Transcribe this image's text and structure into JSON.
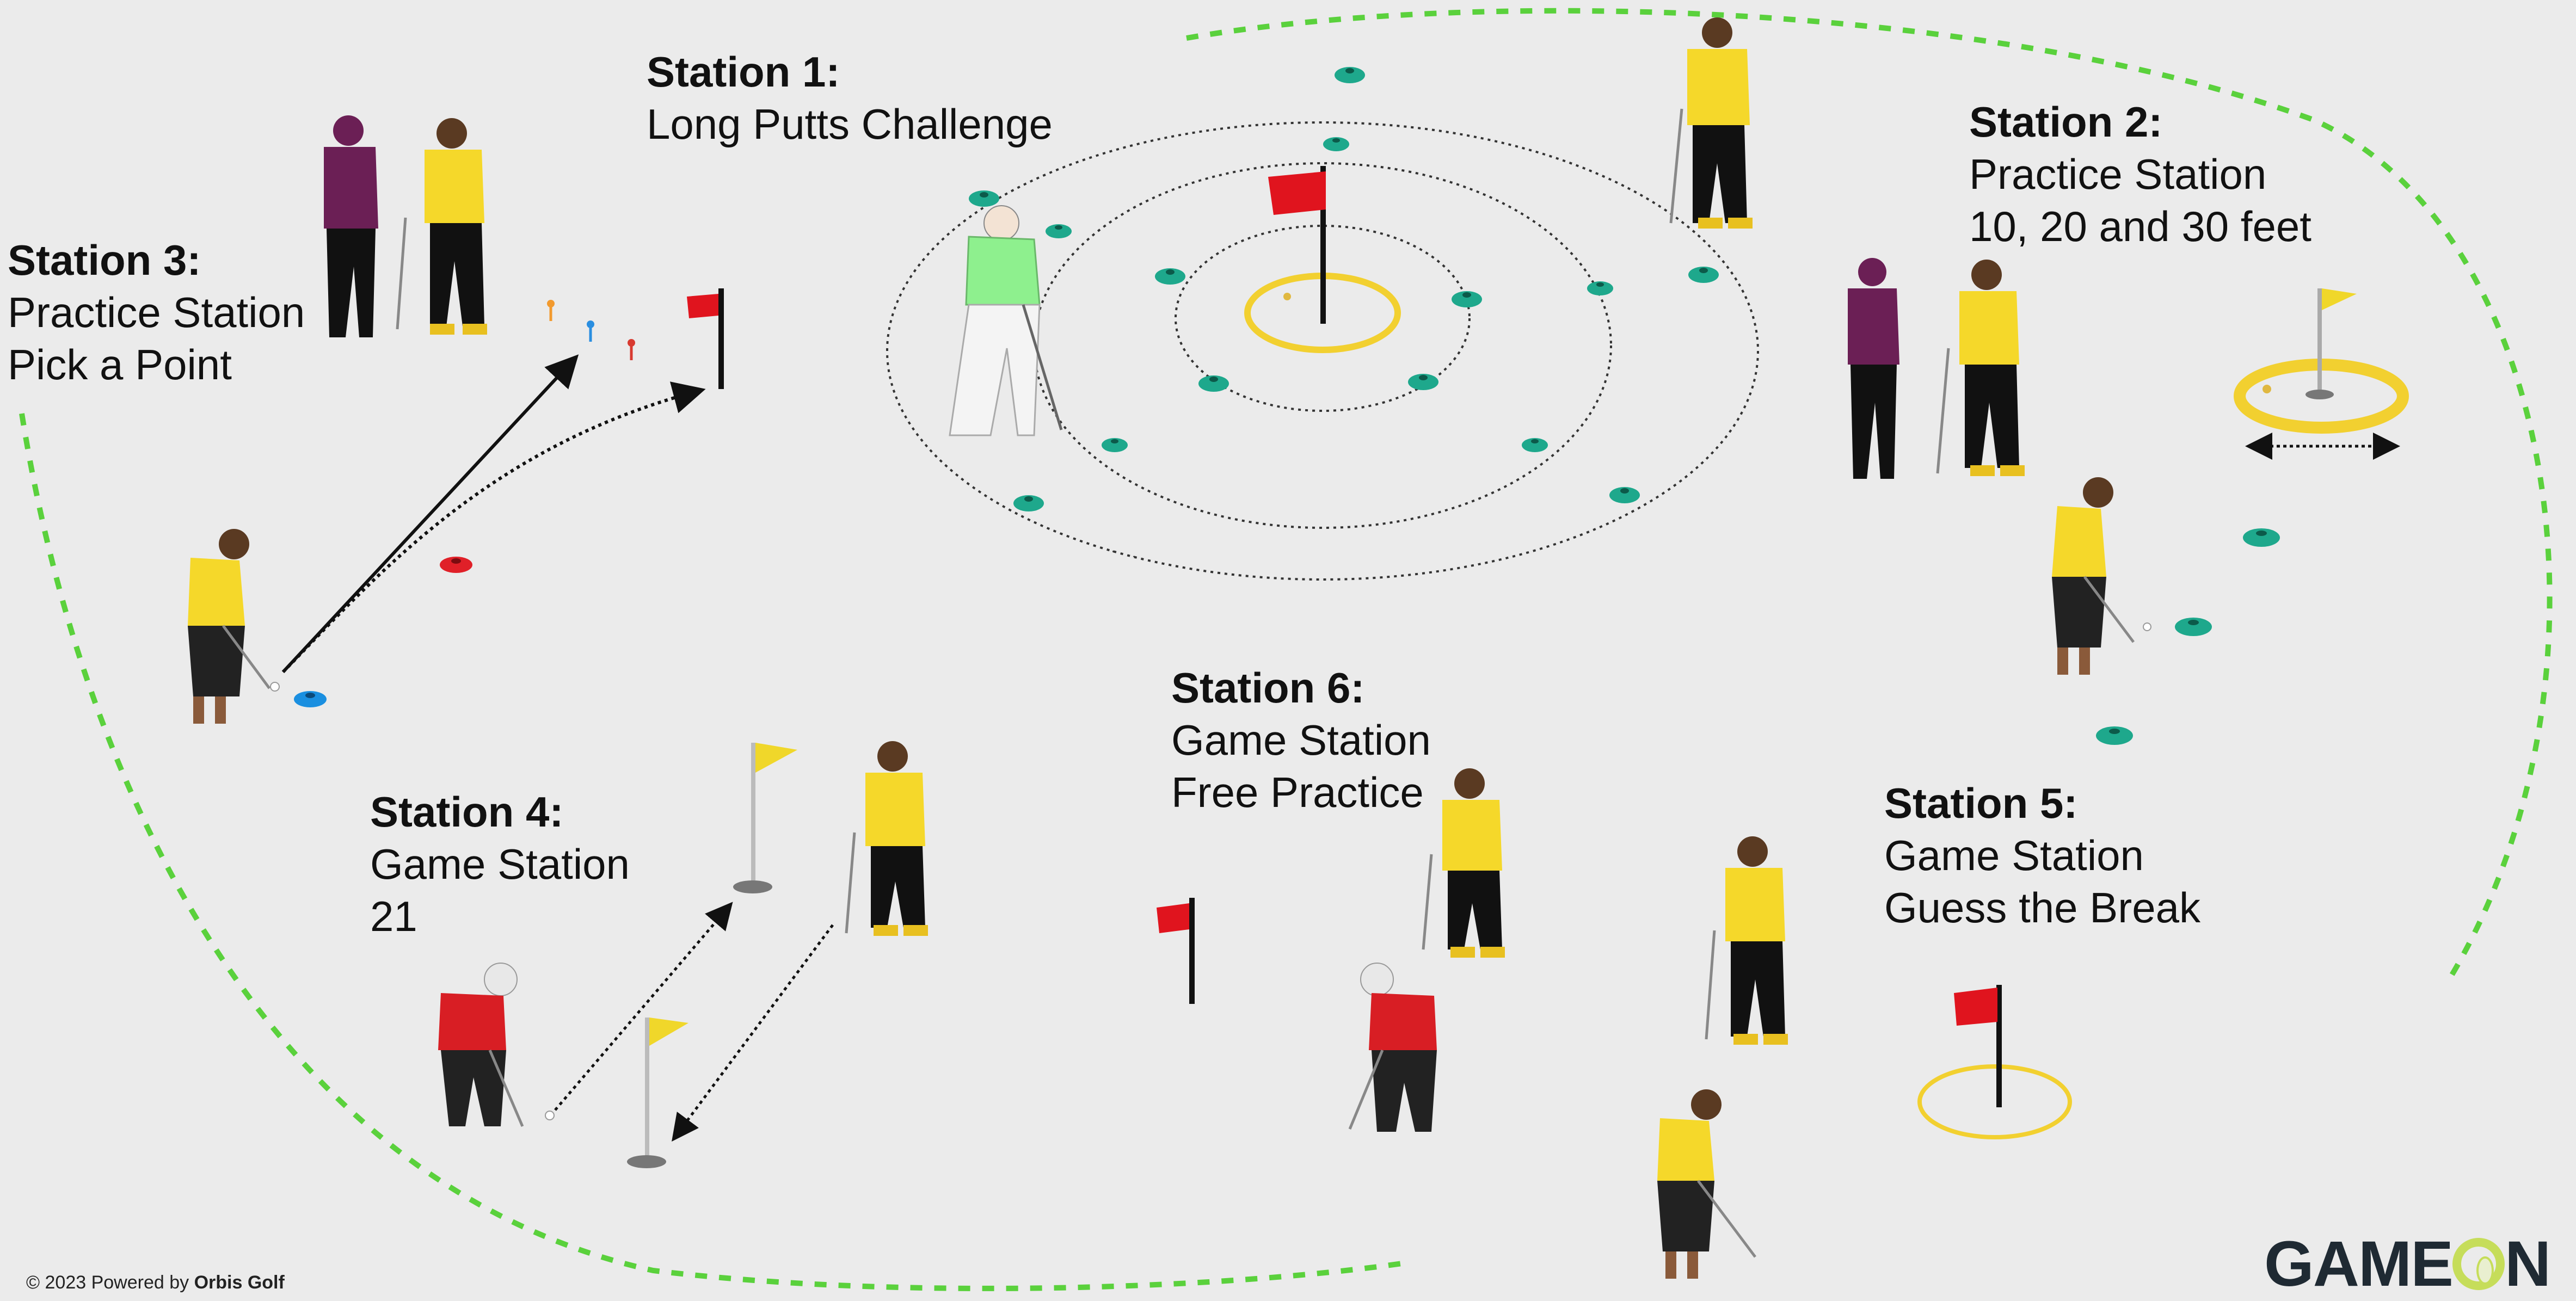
{
  "stations": [
    {
      "id": "station-1",
      "title": "Station 1:",
      "lines": [
        "Long Putts Challenge"
      ]
    },
    {
      "id": "station-2",
      "title": "Station 2:",
      "lines": [
        "Practice Station",
        "10, 20 and 30 feet"
      ]
    },
    {
      "id": "station-3",
      "title": "Station 3:",
      "lines": [
        "Practice Station",
        "Pick a Point"
      ]
    },
    {
      "id": "station-4",
      "title": "Station 4:",
      "lines": [
        "Game Station",
        "21"
      ]
    },
    {
      "id": "station-5",
      "title": "Station 5:",
      "lines": [
        "Game Station",
        "Guess the Break"
      ]
    },
    {
      "id": "station-6",
      "title": "Station 6:",
      "lines": [
        "Game Station",
        "Free Practice"
      ]
    }
  ],
  "footer": {
    "prefix": "© 2023 Powered by ",
    "brand": "Orbis Golf"
  },
  "logo": {
    "text_left": "GAME",
    "text_right": "N"
  },
  "colors": {
    "background": "#ebebeb",
    "boundary": "#5ad13c",
    "flag_red": "#e0141e",
    "flag_yellow": "#f0d72a",
    "cone_teal": "#1ea88c",
    "cone_red": "#e02028",
    "cone_blue": "#1a8fe0",
    "shirt_yellow": "#f5d82a",
    "shirt_purple": "#6b1f55",
    "shirt_red": "#d81e24",
    "shirt_green": "#8ef08e",
    "hole_ring": "#f2d030"
  },
  "icons": {
    "flag": "flag-icon",
    "cone": "cone-icon",
    "golfer": "golfer-icon",
    "tee": "tee-icon"
  }
}
